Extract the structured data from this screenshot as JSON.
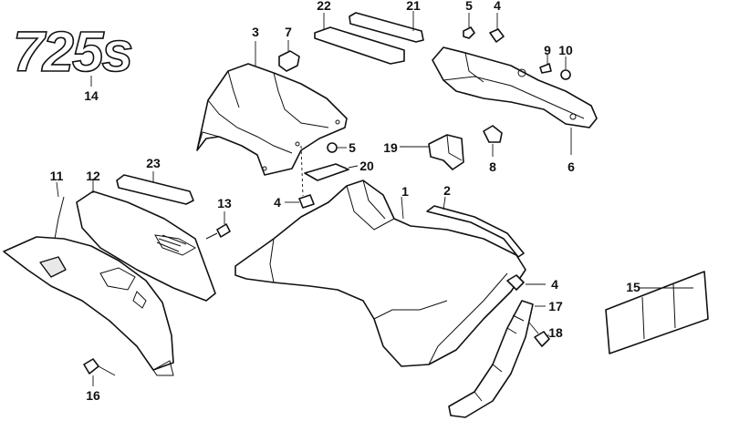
{
  "emblem_text": "725s",
  "callouts": [
    {
      "id": "c1",
      "text": "1"
    },
    {
      "id": "c2",
      "text": "2"
    },
    {
      "id": "c3",
      "text": "3"
    },
    {
      "id": "c4a",
      "text": "4"
    },
    {
      "id": "c4b",
      "text": "4"
    },
    {
      "id": "c4c",
      "text": "4"
    },
    {
      "id": "c5a",
      "text": "5"
    },
    {
      "id": "c5b",
      "text": "5"
    },
    {
      "id": "c6",
      "text": "6"
    },
    {
      "id": "c7",
      "text": "7"
    },
    {
      "id": "c8",
      "text": "8"
    },
    {
      "id": "c9",
      "text": "9"
    },
    {
      "id": "c10",
      "text": "10"
    },
    {
      "id": "c11",
      "text": "11"
    },
    {
      "id": "c12",
      "text": "12"
    },
    {
      "id": "c13",
      "text": "13"
    },
    {
      "id": "c14",
      "text": "14"
    },
    {
      "id": "c15",
      "text": "15"
    },
    {
      "id": "c16",
      "text": "16"
    },
    {
      "id": "c17",
      "text": "17"
    },
    {
      "id": "c18",
      "text": "18"
    },
    {
      "id": "c19",
      "text": "19"
    },
    {
      "id": "c20",
      "text": "20"
    },
    {
      "id": "c21",
      "text": "21"
    },
    {
      "id": "c22",
      "text": "22"
    },
    {
      "id": "c23",
      "text": "23"
    }
  ]
}
